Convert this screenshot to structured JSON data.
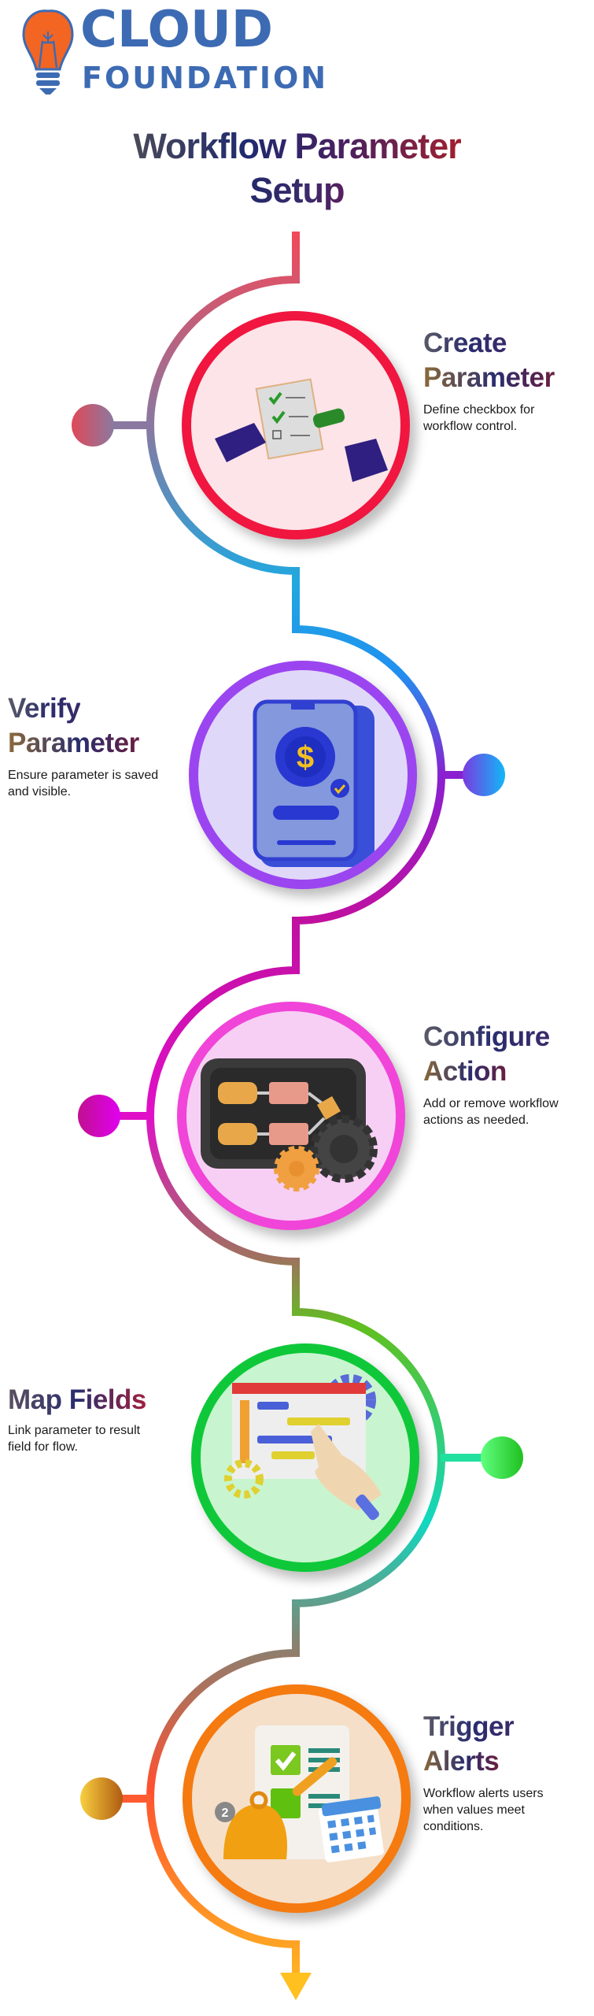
{
  "logo": {
    "line1": "CLOUD",
    "line2": "FOUNDATION"
  },
  "title": {
    "line1": "Workflow Parameter",
    "line2": "Setup"
  },
  "colors": {
    "logo_blue": "#3d6bb3",
    "logo_orange": "#f26522"
  },
  "steps": [
    {
      "title": [
        "Create",
        "Parameter"
      ],
      "desc": [
        "Define checkbox for",
        "workflow control."
      ],
      "icon": "checklist-hands-icon",
      "ring": "#f0163f",
      "fill": "#fce4e8"
    },
    {
      "title": [
        "Verify",
        "Parameter"
      ],
      "desc": [
        "Ensure parameter is saved",
        "and visible."
      ],
      "icon": "phone-dollar-icon",
      "ring": "#9b45f0",
      "fill": "#e0d8f8"
    },
    {
      "title": [
        "Configure",
        "Action"
      ],
      "desc": [
        "Add or remove workflow",
        "actions as needed."
      ],
      "icon": "workflow-gears-icon",
      "ring": "#f045d8",
      "fill": "#f7cff5"
    },
    {
      "title": [
        "Map Fields"
      ],
      "desc": [
        "Link parameter to result",
        "field for flow."
      ],
      "icon": "mapping-hand-icon",
      "ring": "#0fc83a",
      "fill": "#c8f5cf"
    },
    {
      "title": [
        "Trigger",
        "Alerts"
      ],
      "desc": [
        "Workflow alerts users",
        "when values meet",
        "conditions."
      ],
      "icon": "bell-calendar-icon",
      "ring": "#f57a10",
      "fill": "#f5dfc8",
      "badge": "2"
    }
  ]
}
